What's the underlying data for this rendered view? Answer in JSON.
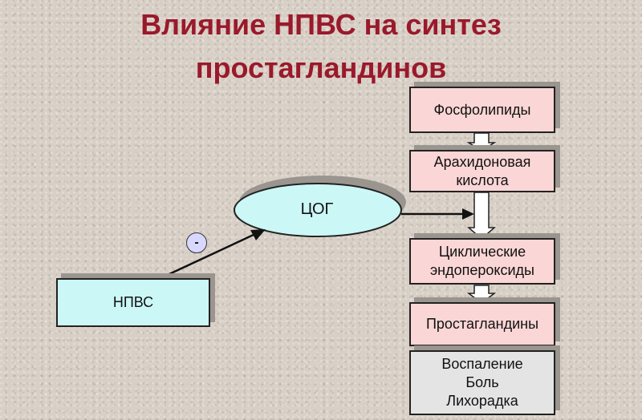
{
  "title": {
    "line1": "Влияние НПВС на синтез",
    "line2": "простагландинов"
  },
  "nodes": {
    "phospholipids": "Фосфолипиды",
    "arachidonic_line1": "Арахидоновая",
    "arachidonic_line2": "кислота",
    "endoperoxides_line1": "Циклические",
    "endoperoxides_line2": "эндопероксиды",
    "prostaglandins": "Простагландины",
    "effects_line1": "Воспаление",
    "effects_line2": "Боль",
    "effects_line3": "Лихорадка",
    "nsaid": "НПВС",
    "cox": "ЦОГ",
    "inhibition_sign": "-"
  },
  "colors": {
    "title": "#9a1a2c",
    "pink_box": "#fbd6d6",
    "cyan_box": "#ccf7f7",
    "grey_box": "#e4e4e4",
    "ellipse_fill": "#ccf7f7"
  }
}
